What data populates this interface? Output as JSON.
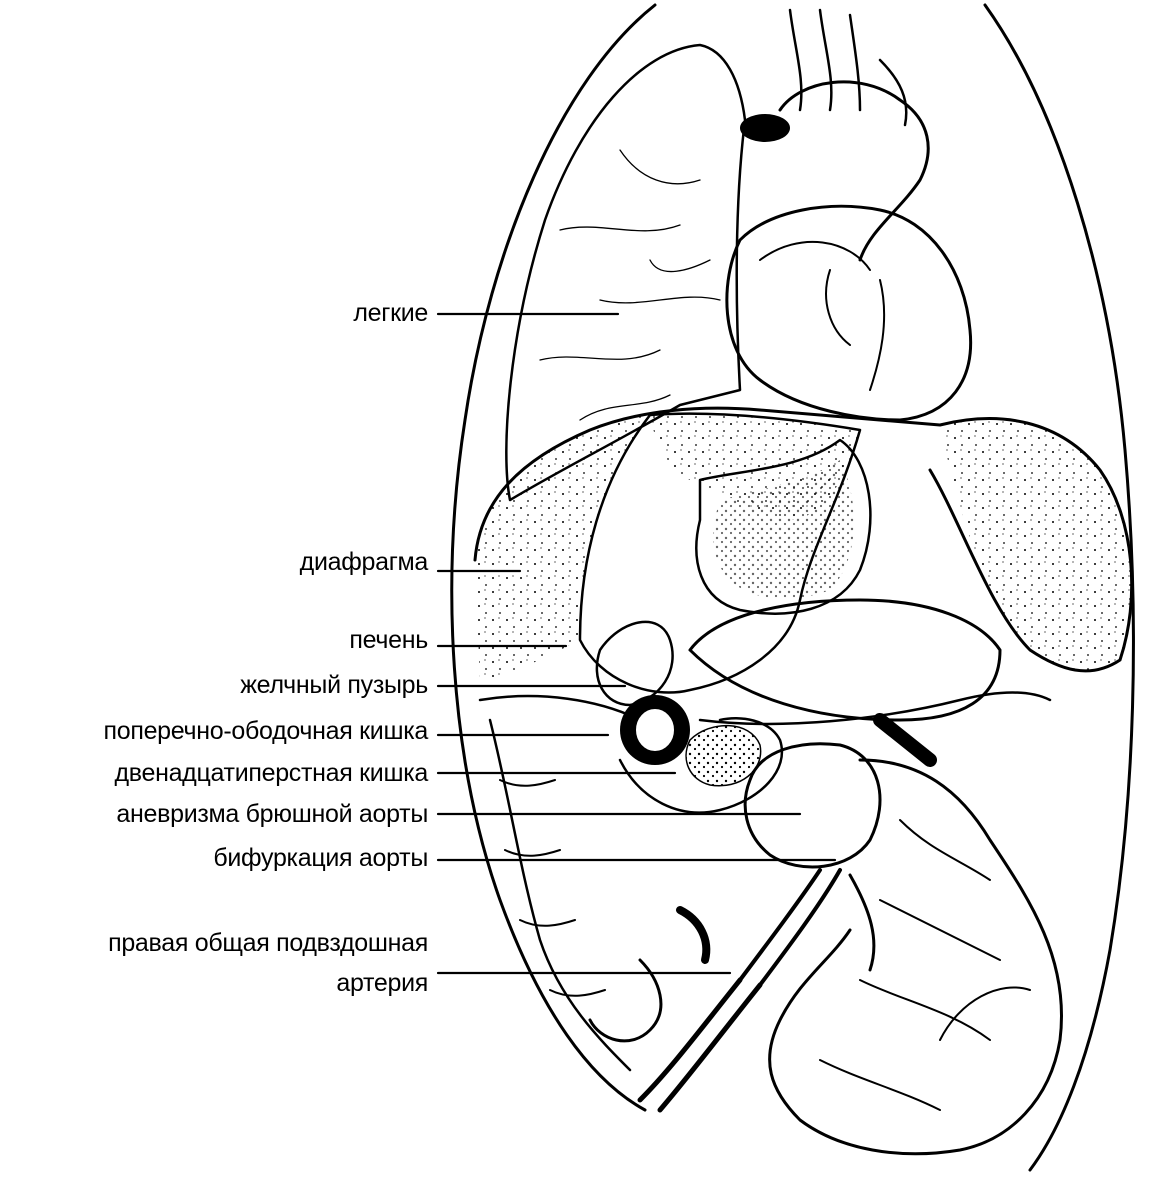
{
  "labels": {
    "lungs": "легкие",
    "diaphragm": "диафрагма",
    "liver": "печень",
    "gallbladder": "желчный пузырь",
    "transverse_colon": "поперечно-ободочная кишка",
    "duodenum": "двенадцатиперстная кишка",
    "aneurysm": "аневризма брюшной аорты",
    "bifurcation": "бифуркация аорты",
    "right_iliac_line1": "правая общая подвздошная",
    "right_iliac_line2": "артерия"
  }
}
